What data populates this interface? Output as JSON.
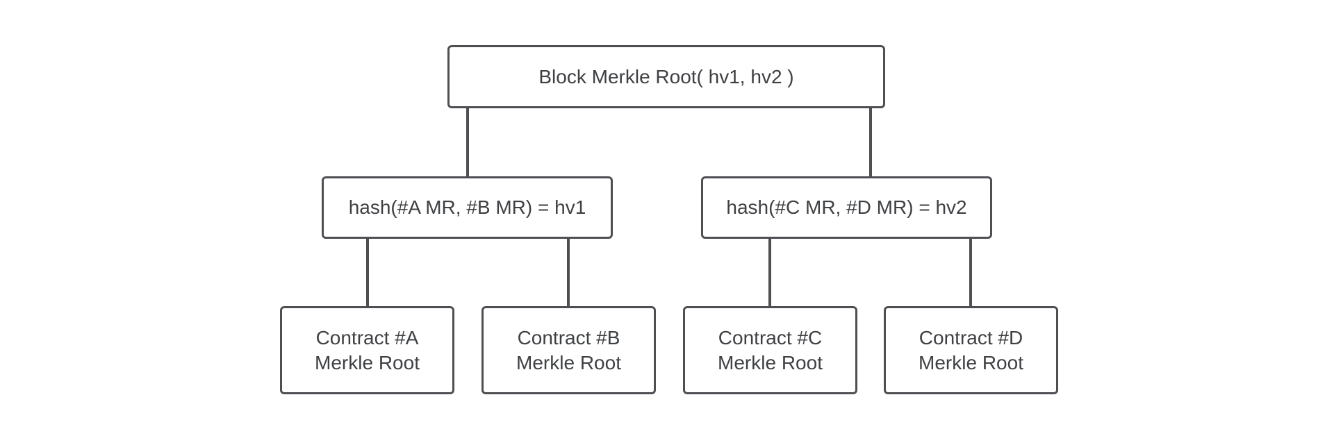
{
  "diagram": {
    "root": {
      "label": "Block Merkle Root( hv1, hv2 )"
    },
    "hv1": {
      "label": "hash(#A MR, #B MR) = hv1"
    },
    "hv2": {
      "label": "hash(#C MR, #D MR) = hv2"
    },
    "leaves": [
      {
        "line1": "Contract #A",
        "line2": "Merkle Root"
      },
      {
        "line1": "Contract #B",
        "line2": "Merkle Root"
      },
      {
        "line1": "Contract #C",
        "line2": "Merkle Root"
      },
      {
        "line1": "Contract #D",
        "line2": "Merkle Root"
      }
    ]
  },
  "colors": {
    "stroke": "#4d4f53",
    "text": "#3e4043",
    "background": "#ffffff"
  }
}
